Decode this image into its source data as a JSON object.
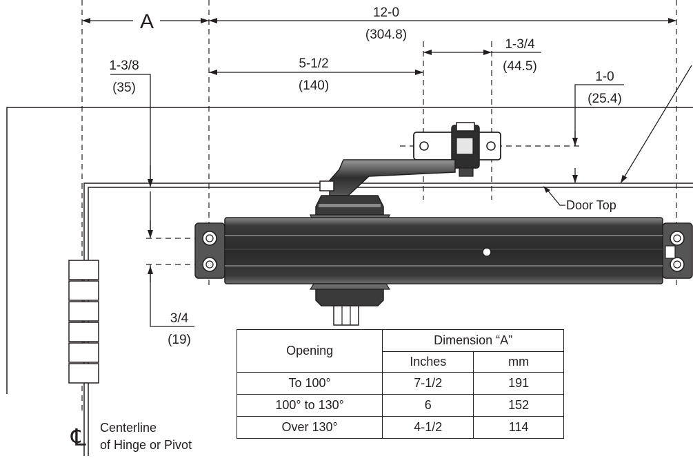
{
  "dimensions": {
    "a_label": "A",
    "overall_in": "12-0",
    "overall_mm": "(304.8)",
    "d_5_1_2_in": "5-1/2",
    "d_5_1_2_mm": "(140)",
    "d_1_3_4_in": "1-3/4",
    "d_1_3_4_mm": "(44.5)",
    "d_1_3_8_in": "1-3/8",
    "d_1_3_8_mm": "(35)",
    "d_1_0_in": "1-0",
    "d_1_0_mm": "(25.4)",
    "d_3_4_in": "3/4",
    "d_3_4_mm": "(19)"
  },
  "labels": {
    "door_top": "Door Top",
    "centerline_symbol": "℄",
    "centerline_line1": "Centerline",
    "centerline_line2": "of Hinge or Pivot"
  },
  "table": {
    "header_opening": "Opening",
    "header_dimension": "Dimension  “A”",
    "sub_inches": "Inches",
    "sub_mm": "mm",
    "rows": [
      {
        "opening": "To 100°",
        "inches": "7-1/2",
        "mm": "191"
      },
      {
        "opening": "100°  to  130°",
        "inches": "6",
        "mm": "152"
      },
      {
        "opening": "Over 130°",
        "inches": "4-1/2",
        "mm": "114"
      }
    ]
  }
}
